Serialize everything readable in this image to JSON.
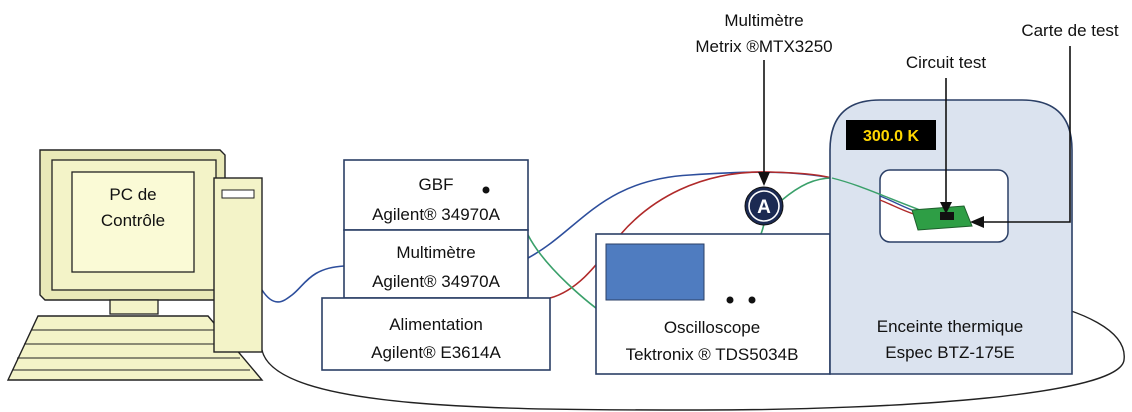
{
  "pc": {
    "line1": "PC de",
    "line2": "Contrôle"
  },
  "gbf": {
    "title": "GBF",
    "model": "Agilent® 34970A"
  },
  "multimeter_agilent": {
    "title": "Multimètre",
    "model": "Agilent® 34970A"
  },
  "power_supply": {
    "title": "Alimentation",
    "model": "Agilent® E3614A"
  },
  "oscilloscope": {
    "title": "Oscilloscope",
    "model": "Tektronix ® TDS5034B"
  },
  "chamber": {
    "title": "Enceinte thermique",
    "model": "Espec  BTZ-175E",
    "temperature": "300.0 K"
  },
  "ammeter": {
    "symbol": "A"
  },
  "callouts": {
    "metrix_line1": "Multimètre",
    "metrix_line2": "Metrix ®MTX3250",
    "circuit_test": "Circuit  test",
    "carte_test": "Carte de test"
  },
  "colors": {
    "cable_blue": "#2d4e9c",
    "cable_red": "#b02a2a",
    "cable_green": "#3aa06a",
    "chamber_fill": "#dbe3ef",
    "box_border": "#2b3f66",
    "screen_blue": "#4f7cc0",
    "pc_fill": "#f3f3c8",
    "board_green": "#2e9e45"
  }
}
